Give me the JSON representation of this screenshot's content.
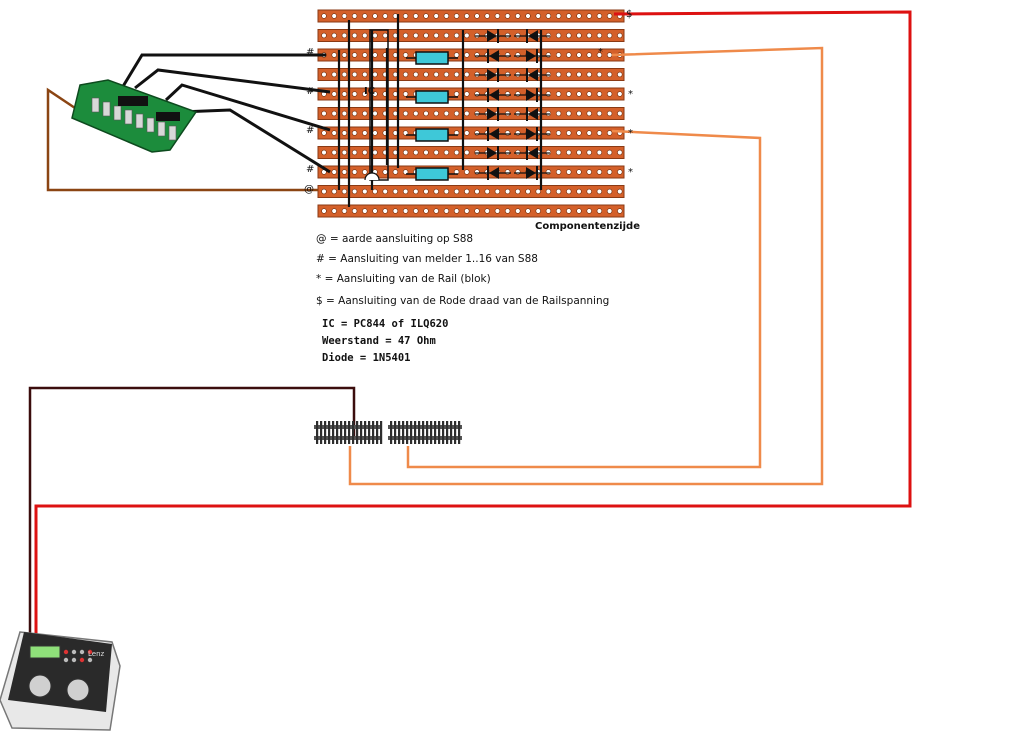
{
  "board": {
    "caption": "Componentenzijde",
    "ic_marker": "IC",
    "strip_count": 11,
    "left_marks": [
      "#",
      "#",
      "#",
      "#",
      "@"
    ],
    "right_marks": [
      "$",
      "*",
      "*",
      "*",
      "*"
    ]
  },
  "legend": [
    "@ = aarde aansluiting op S88",
    "# = Aansluiting van melder 1..16 van S88",
    "* = Aansluiting van de Rail (blok)",
    "$ = Aansluiting van de Rode draad van de Railspanning"
  ],
  "components": [
    "IC = PC844 of ILQ620",
    "Weerstand = 47 Ohm",
    "Diode = 1N5401"
  ],
  "wire_colors": {
    "rail_power": "#dd1111",
    "block_feed": "#ef8a4a",
    "ground": "#8b4513",
    "signal": "#111111",
    "return": "#3b0d0d",
    "strip": "#d4602a"
  },
  "controller": {
    "brand": "Lenz"
  }
}
